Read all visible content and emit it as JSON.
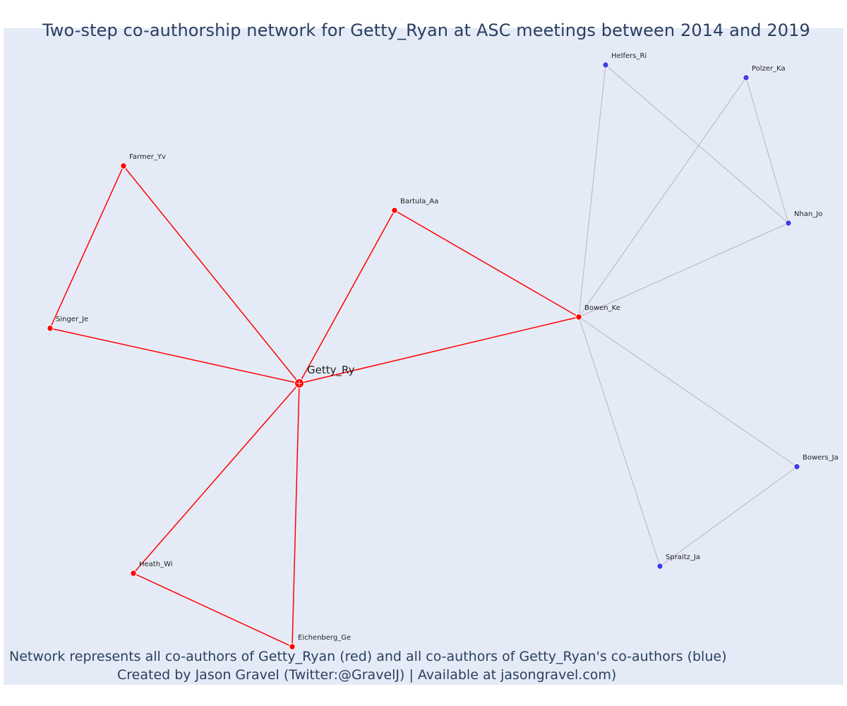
{
  "title": "Two-step co-authorship network for Getty_Ryan at ASC meetings between 2014 and 2019",
  "footer": {
    "line1": "Network represents all co-authors of Getty_Ryan (red) and all co-authors of Getty_Ryan's co-authors (blue)",
    "line2": "Created by Jason Gravel (Twitter:@GravelJ) | Available at jasongravel.com)"
  },
  "colors": {
    "background": "#e5ebf6",
    "first_degree": "#ff0000",
    "second_degree": "#3e3ee8",
    "second_degree_edge": "#b4b4c8",
    "text": "#2a3f5f"
  },
  "network": {
    "center": "Getty_Ry",
    "nodes": [
      {
        "id": "Getty_Ry",
        "label": "Getty_Ry",
        "group": "focal"
      },
      {
        "id": "Farmer_Yv",
        "label": "Farmer_Yv",
        "group": "first_degree"
      },
      {
        "id": "Singer_Je",
        "label": "Singer_Je",
        "group": "first_degree"
      },
      {
        "id": "Bartula_Aa",
        "label": "Bartula_Aa",
        "group": "first_degree"
      },
      {
        "id": "Bowen_Ke",
        "label": "Bowen_Ke",
        "group": "first_degree"
      },
      {
        "id": "Heath_Wi",
        "label": "Heath_Wi",
        "group": "first_degree"
      },
      {
        "id": "Eichenberg_Ge",
        "label": "Eichenberg_Ge",
        "group": "first_degree"
      },
      {
        "id": "Helfers_Ri",
        "label": "Helfers_Ri",
        "group": "second_degree"
      },
      {
        "id": "Polzer_Ka",
        "label": "Polzer_Ka",
        "group": "second_degree"
      },
      {
        "id": "Nhan_Jo",
        "label": "Nhan_Jo",
        "group": "second_degree"
      },
      {
        "id": "Bowers_Ja",
        "label": "Bowers_Ja",
        "group": "second_degree"
      },
      {
        "id": "Spraitz_Ja",
        "label": "Spraitz_Ja",
        "group": "second_degree"
      }
    ],
    "edges": [
      {
        "source": "Getty_Ry",
        "target": "Farmer_Yv",
        "group": "first_degree"
      },
      {
        "source": "Getty_Ry",
        "target": "Singer_Je",
        "group": "first_degree"
      },
      {
        "source": "Getty_Ry",
        "target": "Bartula_Aa",
        "group": "first_degree"
      },
      {
        "source": "Getty_Ry",
        "target": "Bowen_Ke",
        "group": "first_degree"
      },
      {
        "source": "Getty_Ry",
        "target": "Heath_Wi",
        "group": "first_degree"
      },
      {
        "source": "Getty_Ry",
        "target": "Eichenberg_Ge",
        "group": "first_degree"
      },
      {
        "source": "Farmer_Yv",
        "target": "Singer_Je",
        "group": "first_degree"
      },
      {
        "source": "Bartula_Aa",
        "target": "Bowen_Ke",
        "group": "first_degree"
      },
      {
        "source": "Heath_Wi",
        "target": "Eichenberg_Ge",
        "group": "first_degree"
      },
      {
        "source": "Bowen_Ke",
        "target": "Helfers_Ri",
        "group": "second_degree"
      },
      {
        "source": "Bowen_Ke",
        "target": "Polzer_Ka",
        "group": "second_degree"
      },
      {
        "source": "Bowen_Ke",
        "target": "Nhan_Jo",
        "group": "second_degree"
      },
      {
        "source": "Bowen_Ke",
        "target": "Bowers_Ja",
        "group": "second_degree"
      },
      {
        "source": "Bowen_Ke",
        "target": "Spraitz_Ja",
        "group": "second_degree"
      },
      {
        "source": "Helfers_Ri",
        "target": "Nhan_Jo",
        "group": "second_degree"
      },
      {
        "source": "Polzer_Ka",
        "target": "Nhan_Jo",
        "group": "second_degree"
      },
      {
        "source": "Bowers_Ja",
        "target": "Spraitz_Ja",
        "group": "second_degree"
      }
    ]
  }
}
